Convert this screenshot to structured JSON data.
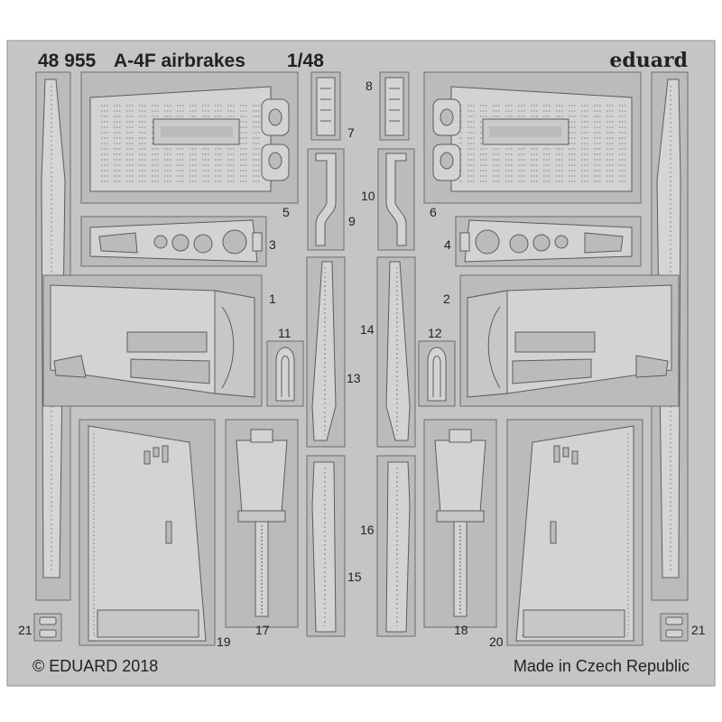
{
  "header": {
    "set_number": "48 955",
    "set_title": "A-4F airbrakes",
    "scale": "1/48",
    "brand": "eduard"
  },
  "footer": {
    "copyright": "© EDUARD 2018",
    "origin": "Made in Czech Republic"
  },
  "part_numbers": {
    "p1": "1",
    "p2": "2",
    "p3": "3",
    "p4": "4",
    "p5": "5",
    "p6": "6",
    "p7": "7",
    "p8": "8",
    "p9": "9",
    "p10": "10",
    "p11": "11",
    "p12": "12",
    "p13": "13",
    "p14": "14",
    "p15": "15",
    "p16": "16",
    "p17": "17",
    "p18": "18",
    "p19": "19",
    "p20": "20",
    "p21_left": "21",
    "p21_right": "21"
  },
  "colors": {
    "fret": "#c3c5c6",
    "part": "#d2d3d4",
    "part_detail": "#b7b9ba",
    "outline": "#5a5c5e",
    "text": "#222222"
  }
}
